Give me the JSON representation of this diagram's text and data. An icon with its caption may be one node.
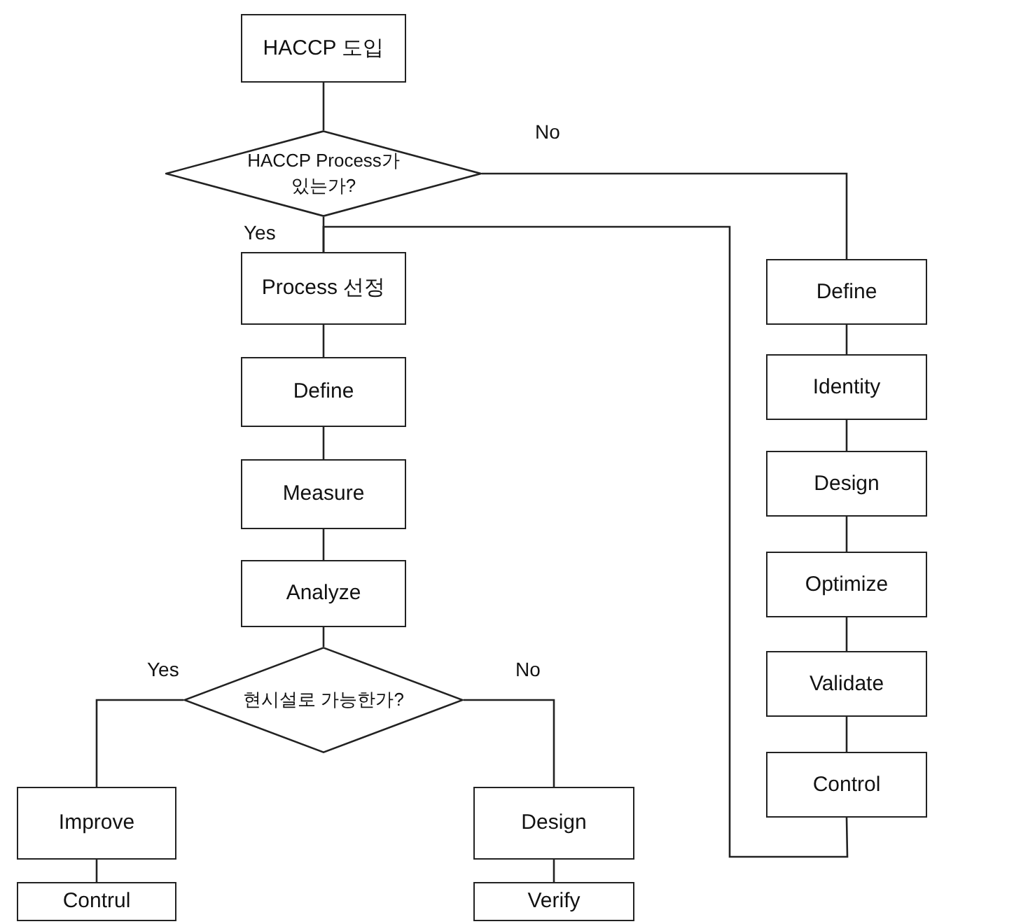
{
  "diagram": {
    "nodes": [
      {
        "text": [
          "HACCP 도입"
        ]
      },
      {
        "text": [
          "HACCP Process가 있는가?"
        ]
      },
      {
        "text": [
          "Process 선정"
        ]
      },
      {
        "text": [
          "Define"
        ]
      },
      {
        "text": [
          "Measure"
        ]
      },
      {
        "text": [
          "Analyze"
        ]
      },
      {
        "text": [
          "현시설로 가능한가?"
        ]
      },
      {
        "text": [
          "Improve"
        ]
      },
      {
        "text": [
          "Contrul"
        ]
      },
      {
        "text": [
          "Design"
        ]
      },
      {
        "text": [
          "Verify"
        ]
      },
      {
        "text": [
          "Define"
        ]
      },
      {
        "text": [
          "Identity"
        ]
      },
      {
        "text": [
          "Design"
        ]
      },
      {
        "text": [
          "Optimize"
        ]
      },
      {
        "text": [
          "Validate"
        ]
      },
      {
        "text": [
          "Control"
        ]
      }
    ],
    "edges": [
      {
        "from": 0,
        "to": 1,
        "arrow": "none"
      },
      {
        "from": 1,
        "to": 2,
        "label": "Yes",
        "arrow": "none"
      },
      {
        "from": 1,
        "to": 11,
        "label": "No",
        "arrow": "none"
      },
      {
        "from": 2,
        "to": 3,
        "arrow": "none"
      },
      {
        "from": 3,
        "to": 4,
        "arrow": "none"
      },
      {
        "from": 4,
        "to": 5,
        "arrow": "none"
      },
      {
        "from": 5,
        "to": 6,
        "arrow": "none"
      },
      {
        "from": 6,
        "to": 7,
        "label": "Yes",
        "arrow": "none"
      },
      {
        "from": 6,
        "to": 9,
        "label": "No",
        "arrow": "none"
      },
      {
        "from": 7,
        "to": 8,
        "arrow": "none"
      },
      {
        "from": 9,
        "to": 10,
        "arrow": "none"
      },
      {
        "from": 11,
        "to": 12,
        "arrow": "none"
      },
      {
        "from": 12,
        "to": 13,
        "arrow": "none"
      },
      {
        "from": 13,
        "to": 14,
        "arrow": "none"
      },
      {
        "from": 14,
        "to": 15,
        "arrow": "none"
      },
      {
        "from": 15,
        "to": 16,
        "arrow": "none"
      },
      {
        "from": 16,
        "to": 2,
        "arrow": "none"
      }
    ]
  }
}
